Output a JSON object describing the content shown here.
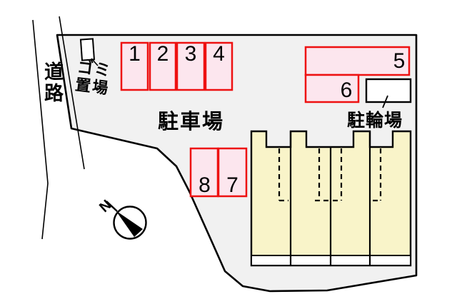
{
  "labels": {
    "road": "道路",
    "garbage_line1": "ゴミ",
    "garbage_line2": "置場",
    "parking_lot": "駐車場",
    "bicycle_parking": "駐輪場",
    "north": "N"
  },
  "spots": {
    "s1": "1",
    "s2": "2",
    "s3": "3",
    "s4": "4",
    "s5": "5",
    "s6": "6",
    "s7": "7",
    "s8": "8"
  },
  "colors": {
    "property_fill": "#f1f1f1",
    "spot_fill": "#fce6ee",
    "spot_border": "#ee1111",
    "building_fill": "#f9f4c9",
    "bicycle_fill": "#ffffff",
    "outline": "#000000"
  }
}
